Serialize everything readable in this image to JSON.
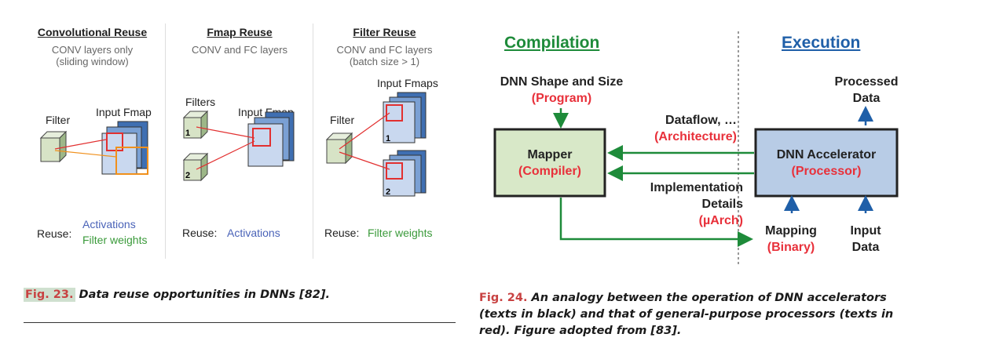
{
  "fig23": {
    "conv": {
      "title": "Convolutional Reuse",
      "sub1": "CONV layers only",
      "sub2": "(sliding window)",
      "filter": "Filter",
      "input": "Input Fmap",
      "reuse": "Reuse:",
      "act": "Activations",
      "fw": "Filter weights"
    },
    "fmap": {
      "title": "Fmap Reuse",
      "sub1": "CONV and FC layers",
      "filters": "Filters",
      "input": "Input Fmap",
      "n1": "1",
      "n2": "2",
      "reuse": "Reuse:",
      "act": "Activations"
    },
    "filt": {
      "title": "Filter Reuse",
      "sub1": "CONV and FC layers",
      "sub2": "(batch size > 1)",
      "filter": "Filter",
      "input": "Input Fmaps",
      "n1": "1",
      "n2": "2",
      "reuse": "Reuse:",
      "fw": "Filter weights"
    },
    "caption_num": "Fig. 23.",
    "caption_text": " Data reuse opportunities in DNNs [82]."
  },
  "fig24": {
    "compilation": "Compilation",
    "execution": "Execution",
    "dnn_shape": "DNN Shape and Size",
    "program": "(Program)",
    "mapper": "Mapper",
    "compiler": "(Compiler)",
    "dataflow": "Dataflow, …",
    "architecture": "(Architecture)",
    "impl1": "Implementation",
    "impl2": "Details",
    "uarch": "(µArch)",
    "accel": "DNN Accelerator",
    "processor": "(Processor)",
    "processed1": "Processed",
    "processed2": "Data",
    "mapping": "Mapping",
    "binary": "(Binary)",
    "input1": "Input",
    "input2": "Data",
    "caption_num": "Fig. 24.",
    "caption_l1": " An analogy between the operation of DNN accelerators",
    "caption_l2": "(texts in black) and that of general-purpose processors (texts in",
    "caption_l3": "red). Figure adopted from [83]."
  },
  "colors": {
    "green": "#1e8b3a",
    "red": "#e8303a",
    "blue": "#1f5fa8",
    "mapper_fill": "#d8e8c8",
    "accel_fill": "#b8cce6"
  }
}
